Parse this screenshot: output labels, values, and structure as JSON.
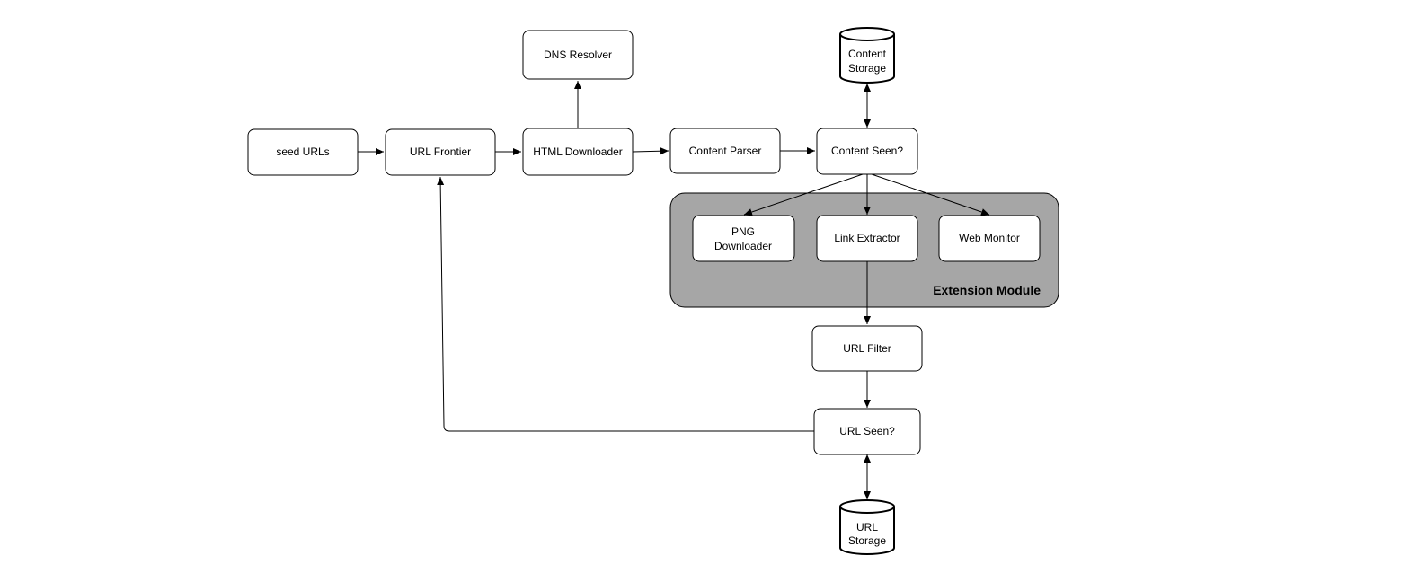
{
  "diagram": {
    "nodes": {
      "seed_urls": "seed URLs",
      "url_frontier": "URL Frontier",
      "html_downloader": "HTML Downloader",
      "dns_resolver": "DNS Resolver",
      "content_parser": "Content Parser",
      "content_seen": "Content Seen?",
      "content_storage": [
        "Content",
        "Storage"
      ],
      "png_downloader": [
        "PNG",
        "Downloader"
      ],
      "link_extractor": "Link Extractor",
      "web_monitor": "Web Monitor",
      "url_filter": "URL Filter",
      "url_seen": "URL Seen?",
      "url_storage": [
        "URL",
        "Storage"
      ]
    },
    "group_label": "Extension Module",
    "edges": [
      {
        "from": "seed_urls",
        "to": "url_frontier"
      },
      {
        "from": "url_frontier",
        "to": "html_downloader"
      },
      {
        "from": "html_downloader",
        "to": "dns_resolver"
      },
      {
        "from": "html_downloader",
        "to": "content_parser"
      },
      {
        "from": "content_parser",
        "to": "content_seen"
      },
      {
        "from": "content_seen",
        "to": "content_storage",
        "bidirectional": true
      },
      {
        "from": "content_seen",
        "to": "png_downloader"
      },
      {
        "from": "content_seen",
        "to": "link_extractor"
      },
      {
        "from": "content_seen",
        "to": "web_monitor"
      },
      {
        "from": "link_extractor",
        "to": "url_filter"
      },
      {
        "from": "url_filter",
        "to": "url_seen"
      },
      {
        "from": "url_seen",
        "to": "url_storage",
        "bidirectional": true
      },
      {
        "from": "url_seen",
        "to": "url_frontier"
      }
    ]
  }
}
